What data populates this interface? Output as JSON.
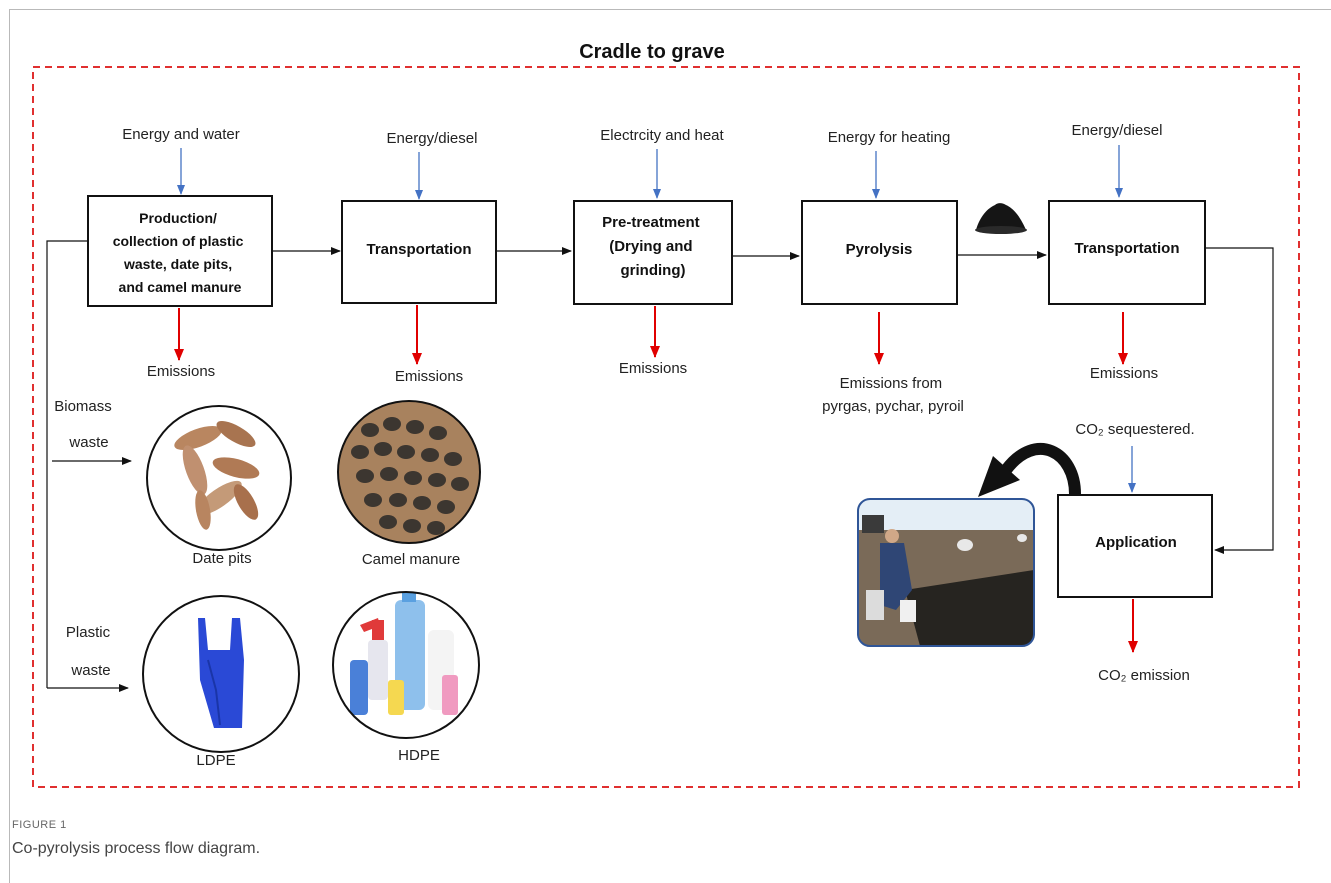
{
  "diagram": {
    "title": "Cradle to grave",
    "stages": [
      {
        "id": "production",
        "lines": [
          "Production/",
          "collection of plastic",
          "waste, date pits,",
          "and camel manure"
        ],
        "input": [
          "Energy and water"
        ],
        "output": [
          "Emissions"
        ]
      },
      {
        "id": "transport1",
        "lines": [
          "Transportation"
        ],
        "input": [
          "Energy/diesel"
        ],
        "output": [
          "Emissions"
        ]
      },
      {
        "id": "pretreatment",
        "lines": [
          "Pre-treatment",
          "(Drying and",
          "grinding)"
        ],
        "input": [
          "Electrcity and heat"
        ],
        "output": [
          "Emissions"
        ]
      },
      {
        "id": "pyrolysis",
        "lines": [
          "Pyrolysis"
        ],
        "input": [
          "Energy for heating"
        ],
        "output": [
          "Emissions from",
          "pyrgas, pychar, pyroil"
        ]
      },
      {
        "id": "transport2",
        "lines": [
          "Transportation"
        ],
        "input": [
          "Energy/diesel"
        ],
        "output": [
          "Emissions"
        ]
      },
      {
        "id": "application",
        "lines": [
          "Application"
        ],
        "input": [
          "CO₂ sequestered."
        ],
        "output": [
          "CO₂ emission"
        ]
      }
    ],
    "feedstock": {
      "biomass_label": [
        "Biomass",
        "waste"
      ],
      "plastic_label": [
        "Plastic",
        "waste"
      ],
      "items": [
        {
          "id": "date-pits",
          "label": "Date pits"
        },
        {
          "id": "camel-manure",
          "label": "Camel manure"
        },
        {
          "id": "ldpe",
          "label": "LDPE"
        },
        {
          "id": "hdpe",
          "label": "HDPE"
        }
      ]
    },
    "colors": {
      "input_arrow": "#4472c4",
      "output_arrow": "#e00000",
      "border": "#e03030"
    }
  },
  "caption": {
    "label": "FIGURE 1",
    "text": "Co-pyrolysis process flow diagram."
  }
}
